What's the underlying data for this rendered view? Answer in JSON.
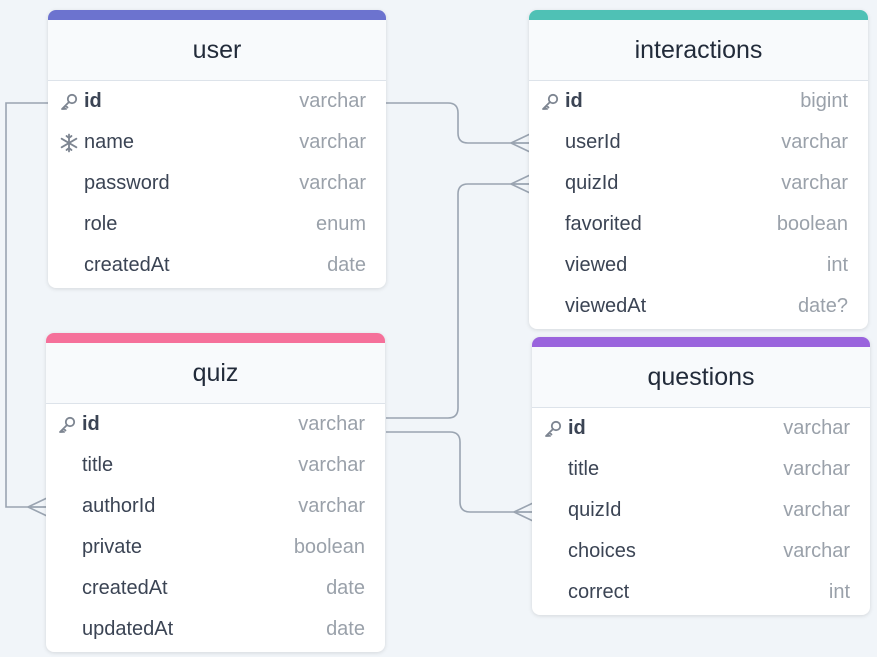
{
  "colors": {
    "user": "#6c73cf",
    "interactions": "#4fc1b5",
    "quiz": "#f5709a",
    "questions": "#9a64dd",
    "connector": "#9aa4b1"
  },
  "tables": {
    "user": {
      "title": "user",
      "fields": [
        {
          "name": "id",
          "type": "varchar",
          "icon": "key-icon"
        },
        {
          "name": "name",
          "type": "varchar",
          "icon": "snowflake-icon"
        },
        {
          "name": "password",
          "type": "varchar"
        },
        {
          "name": "role",
          "type": "enum"
        },
        {
          "name": "createdAt",
          "type": "date"
        }
      ]
    },
    "interactions": {
      "title": "interactions",
      "fields": [
        {
          "name": "id",
          "type": "bigint",
          "icon": "key-icon"
        },
        {
          "name": "userId",
          "type": "varchar"
        },
        {
          "name": "quizId",
          "type": "varchar"
        },
        {
          "name": "favorited",
          "type": "boolean"
        },
        {
          "name": "viewed",
          "type": "int"
        },
        {
          "name": "viewedAt",
          "type": "date?"
        }
      ]
    },
    "quiz": {
      "title": "quiz",
      "fields": [
        {
          "name": "id",
          "type": "varchar",
          "icon": "key-icon"
        },
        {
          "name": "title",
          "type": "varchar"
        },
        {
          "name": "authorId",
          "type": "varchar"
        },
        {
          "name": "private",
          "type": "boolean"
        },
        {
          "name": "createdAt",
          "type": "date"
        },
        {
          "name": "updatedAt",
          "type": "date"
        }
      ]
    },
    "questions": {
      "title": "questions",
      "fields": [
        {
          "name": "id",
          "type": "varchar",
          "icon": "key-icon"
        },
        {
          "name": "title",
          "type": "varchar"
        },
        {
          "name": "quizId",
          "type": "varchar"
        },
        {
          "name": "choices",
          "type": "varchar"
        },
        {
          "name": "correct",
          "type": "int"
        }
      ]
    }
  },
  "relations": [
    {
      "from": "user.id",
      "to": "interactions.userId",
      "cardinality": "one-to-many"
    },
    {
      "from": "quiz.id",
      "to": "interactions.quizId",
      "cardinality": "one-to-many"
    },
    {
      "from": "quiz.id",
      "to": "questions.quizId",
      "cardinality": "one-to-many"
    },
    {
      "from": "user.id",
      "to": "quiz.authorId",
      "cardinality": "one-to-many"
    }
  ]
}
